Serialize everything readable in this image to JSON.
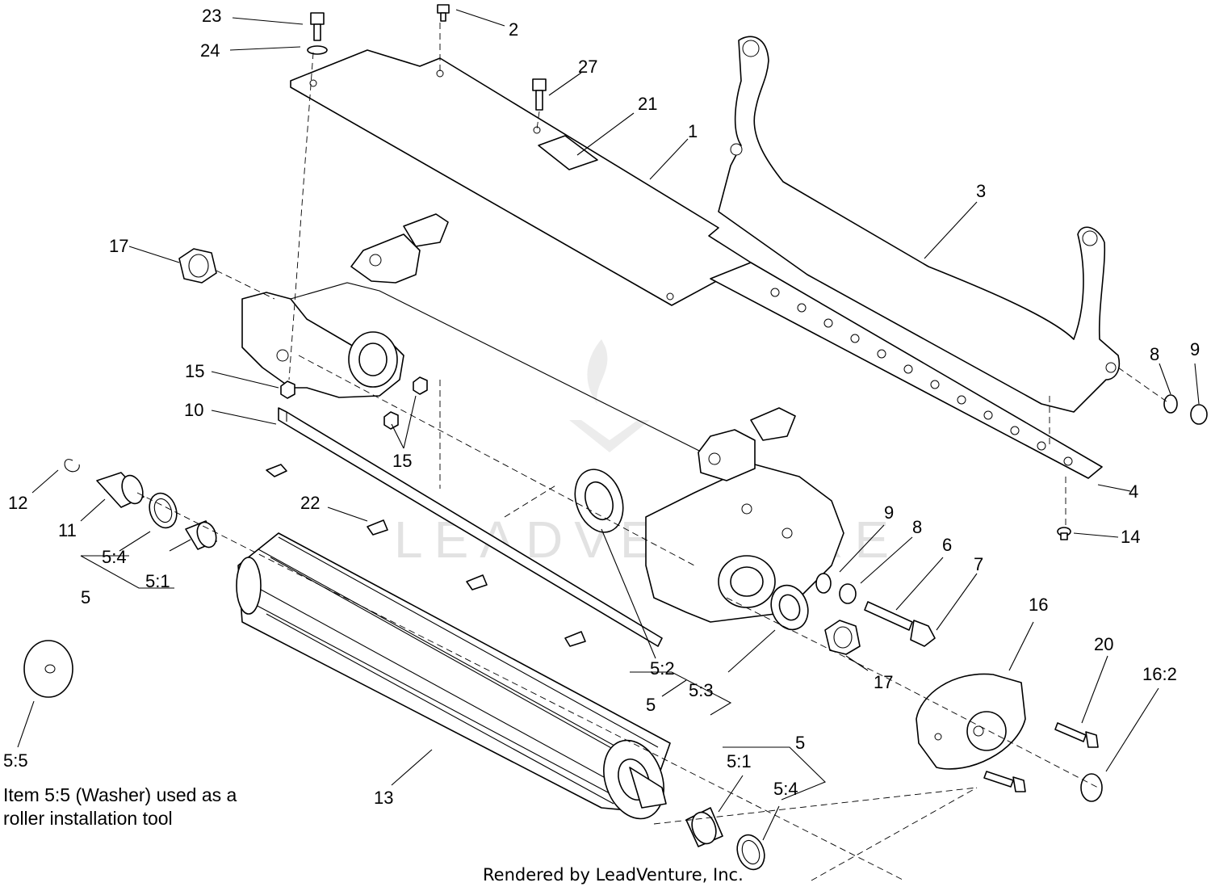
{
  "callouts": {
    "c23": "23",
    "c24": "24",
    "c2": "2",
    "c27": "27",
    "c21": "21",
    "c1": "1",
    "c3": "3",
    "c17a": "17",
    "c15a": "15",
    "c10": "10",
    "c15b": "15",
    "c8a": "8",
    "c9a": "9",
    "c12": "12",
    "c11": "11",
    "c54a": "5:4",
    "c51a": "5:1",
    "c5a": "5",
    "c22": "22",
    "c4": "4",
    "c14": "14",
    "c9b": "9",
    "c8b": "8",
    "c6": "6",
    "c7": "7",
    "c16": "16",
    "c20": "20",
    "c162": "16:2",
    "c52": "5:2",
    "c53": "5:3",
    "c5b": "5",
    "c17b": "17",
    "c55": "5:5",
    "c13": "13",
    "c5c": "5",
    "c51b": "5:1",
    "c54b": "5:4"
  },
  "note": {
    "line1": "Item 5:5 (Washer) used as a",
    "line2": "roller installation tool"
  },
  "credit": "Rendered by LeadVenture, Inc.",
  "watermark": "LEADVENTURE"
}
